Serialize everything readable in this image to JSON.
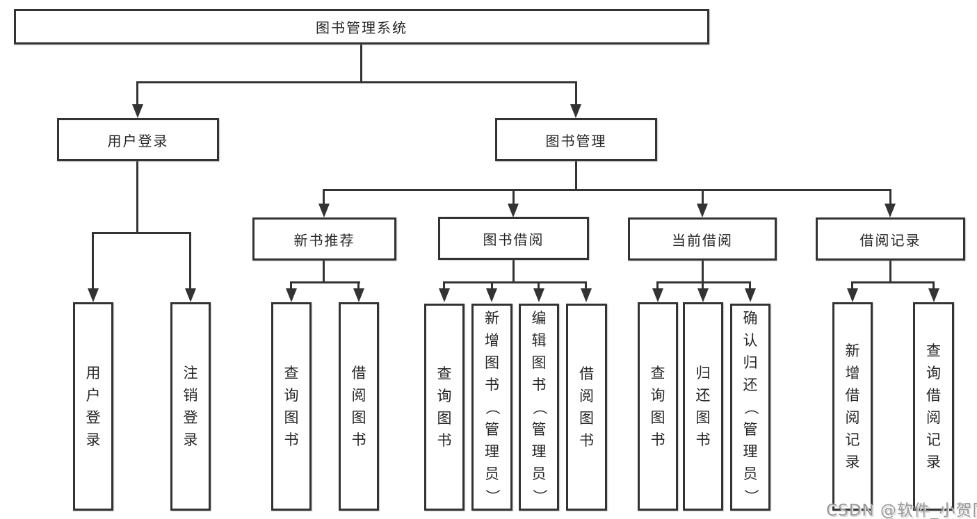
{
  "diagram": {
    "title": "图书管理系统",
    "nodes": {
      "root": "图书管理系统",
      "user_login": "用户登录",
      "book_mgmt": "图书管理",
      "new_book_rec": "新书推荐",
      "book_borrow": "图书借阅",
      "current_borrow": "当前借阅",
      "borrow_records": "借阅记录",
      "leaf_user_login": "用户登录",
      "leaf_logout": "注销登录",
      "leaf_rec_query": "查询图书",
      "leaf_rec_borrow": "借阅图书",
      "leaf_bb_query": "查询图书",
      "leaf_bb_add": "新增图书（管理员）",
      "leaf_bb_edit": "编辑图书（管理员）",
      "leaf_bb_borrow": "借阅图书",
      "leaf_cb_query": "查询图书",
      "leaf_cb_return": "归还图书",
      "leaf_cb_confirm": "确认归还（管理员）",
      "leaf_br_add": "新增借阅记录",
      "leaf_br_query": "查询借阅记录"
    }
  },
  "watermark": "CSDN @软件_小贺同学",
  "colors": {
    "line": "#333333",
    "text": "#262626",
    "background": "#ffffff",
    "watermark": "#9a9a9a"
  }
}
